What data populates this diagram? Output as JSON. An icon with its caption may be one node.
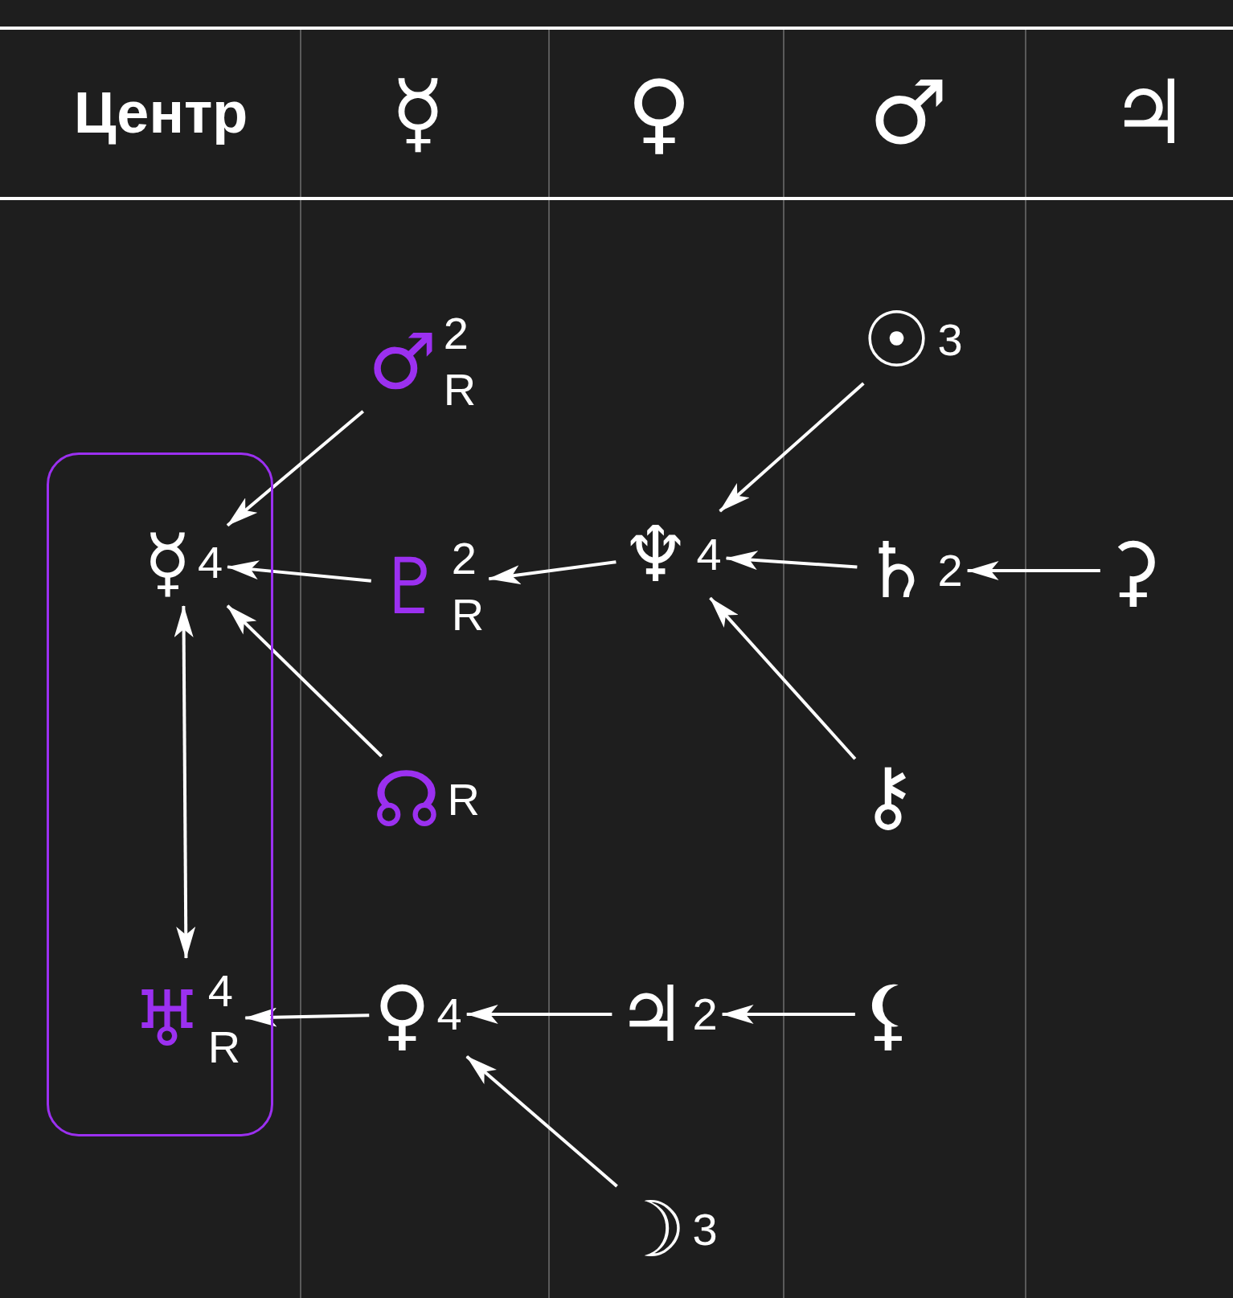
{
  "diagram": {
    "nodes": [
      {
        "text": [],
        "shape": "box"
      },
      {
        "text": [
          "☿"
        ],
        "beside": [
          "4"
        ],
        "in": 0
      },
      {
        "text": [
          "♅"
        ],
        "beside": [
          "4",
          "R"
        ],
        "in": 0
      },
      {
        "text": [
          "♂"
        ],
        "beside": [
          "2",
          "R"
        ]
      },
      {
        "text": [
          "♇"
        ],
        "beside": [
          "2",
          "R"
        ]
      },
      {
        "text": [
          "☊"
        ],
        "beside": [
          "R"
        ]
      },
      {
        "text": [
          "☉"
        ],
        "beside": [
          "3"
        ]
      },
      {
        "text": [
          "♆"
        ],
        "beside": [
          "4"
        ]
      },
      {
        "text": [
          "♄"
        ],
        "beside": [
          "2"
        ]
      },
      {
        "text": [
          "⚳"
        ]
      },
      {
        "text": [
          "⚷"
        ]
      },
      {
        "text": [
          "♀"
        ],
        "beside": [
          "4"
        ]
      },
      {
        "text": [
          "♃"
        ],
        "beside": [
          "2"
        ]
      },
      {
        "text": [
          "⚸"
        ]
      },
      {
        "text": [
          "☽"
        ],
        "beside": [
          "3"
        ]
      }
    ],
    "edges": [
      {
        "from": 3,
        "to": 1,
        "arrow": "to"
      },
      {
        "from": 4,
        "to": 1,
        "arrow": "to"
      },
      {
        "from": 5,
        "to": 1,
        "arrow": "to"
      },
      {
        "from": 1,
        "to": 2,
        "arrow": "both"
      },
      {
        "from": 7,
        "to": 4,
        "arrow": "to"
      },
      {
        "from": 6,
        "to": 7,
        "arrow": "to"
      },
      {
        "from": 8,
        "to": 7,
        "arrow": "to"
      },
      {
        "from": 10,
        "to": 7,
        "arrow": "to"
      },
      {
        "from": 9,
        "to": 8,
        "arrow": "to"
      },
      {
        "from": 11,
        "to": 2,
        "arrow": "to"
      },
      {
        "from": 12,
        "to": 11,
        "arrow": "to"
      },
      {
        "from": 13,
        "to": 12,
        "arrow": "to"
      },
      {
        "from": 14,
        "to": 11,
        "arrow": "to"
      }
    ],
    "labels": [
      "Центр",
      "☿",
      "♀",
      "♂",
      "♃"
    ]
  }
}
